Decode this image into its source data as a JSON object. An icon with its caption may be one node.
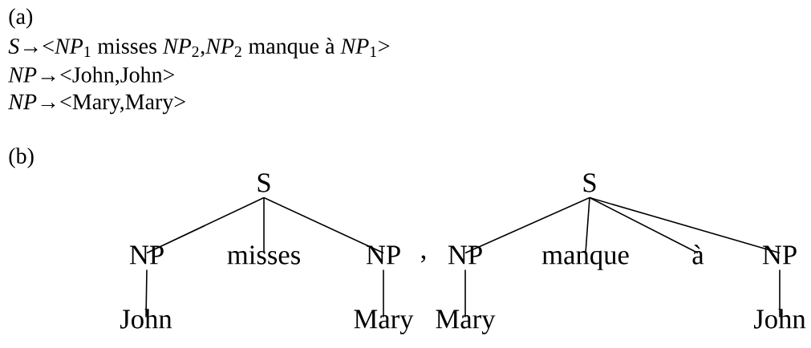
{
  "diagram": {
    "nodes": [
      {
        "text": [
          "S"
        ]
      },
      {
        "text": [
          "NP"
        ]
      },
      {
        "text": [
          "misses"
        ]
      },
      {
        "text": [
          "NP"
        ]
      },
      {
        "text": [
          "John"
        ]
      },
      {
        "text": [
          "Mary"
        ]
      },
      {
        "text": [
          "S"
        ]
      },
      {
        "text": [
          "NP"
        ]
      },
      {
        "text": [
          "manque"
        ]
      },
      {
        "text": [
          "à"
        ]
      },
      {
        "text": [
          "NP"
        ]
      },
      {
        "text": [
          "Mary"
        ]
      },
      {
        "text": [
          "John"
        ]
      }
    ],
    "edges": [
      {
        "from": 0,
        "to": 1,
        "arrow": "none"
      },
      {
        "from": 0,
        "to": 2,
        "arrow": "none"
      },
      {
        "from": 0,
        "to": 3,
        "arrow": "none"
      },
      {
        "from": 1,
        "to": 4,
        "arrow": "none"
      },
      {
        "from": 3,
        "to": 5,
        "arrow": "none"
      },
      {
        "from": 6,
        "to": 7,
        "arrow": "none"
      },
      {
        "from": 6,
        "to": 8,
        "arrow": "none"
      },
      {
        "from": 6,
        "to": 9,
        "arrow": "none"
      },
      {
        "from": 6,
        "to": 10,
        "arrow": "none"
      },
      {
        "from": 7,
        "to": 11,
        "arrow": "none"
      },
      {
        "from": 10,
        "to": 12,
        "arrow": "none"
      }
    ],
    "labels": [
      "(a)",
      "*S*→<*NP*$_{1}$ misses *NP*$_{2}$,*NP*$_{2}$ manque à *NP*$_{1}$>",
      "*NP*→<John,John>",
      "*NP*→<Mary,Mary>",
      "(b)",
      ","
    ]
  }
}
